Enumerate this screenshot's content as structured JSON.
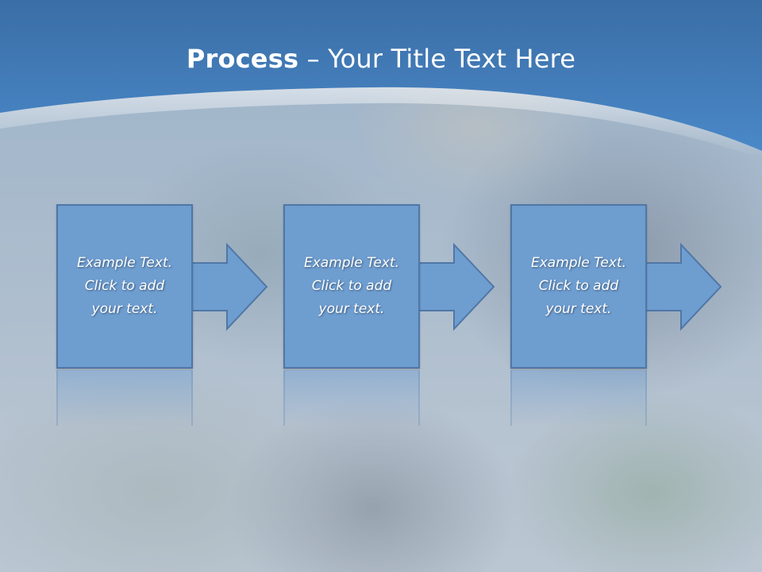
{
  "title": {
    "bold": "Process",
    "rest": " – Your Title Text Here"
  },
  "steps": [
    {
      "text": "Example Text.\nClick  to add\nyour text."
    },
    {
      "text": "Example Text.\nClick  to add\nyour text."
    },
    {
      "text": "Example Text.\nClick  to add\nyour text."
    }
  ],
  "colors": {
    "banner": "#3f78b4",
    "box": "#6e9dd0",
    "box_border": "#4f77a6"
  }
}
